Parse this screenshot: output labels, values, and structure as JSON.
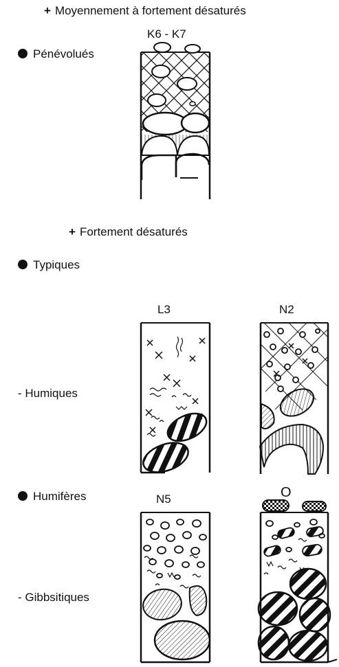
{
  "header": {
    "label": "Moyennement à fortement désaturés"
  },
  "group1": {
    "label": "Pénévolués",
    "profile_code": "K6 - K7"
  },
  "section2": {
    "label": "Fortement désaturés"
  },
  "group2": {
    "label": "Typiques"
  },
  "row_humiques": {
    "label": "- Humiques",
    "codes": [
      "L3",
      "N2"
    ]
  },
  "group3": {
    "label": "Humifères",
    "codes": [
      "N5",
      "O"
    ]
  },
  "row_gibbsitiques": {
    "label": "- Gibbsitiques"
  },
  "colors": {
    "ink": "#111111",
    "paper": "#ffffff"
  }
}
